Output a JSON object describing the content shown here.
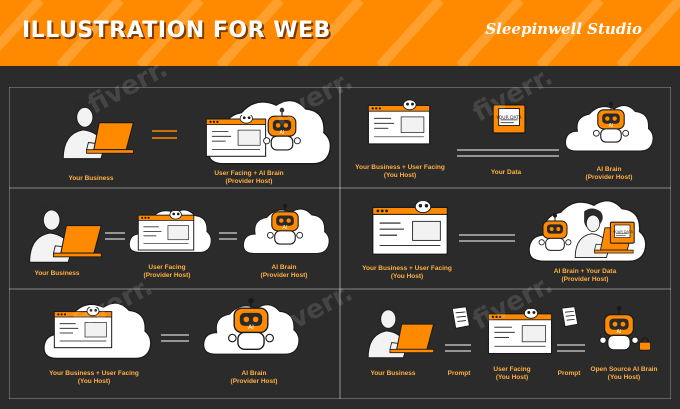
{
  "header": {
    "title": "ILLUSTRATION FOR WEB",
    "studio": "Sleepinwell Studio"
  },
  "colors": {
    "orange": "#ff8a00",
    "background": "#2b2b2b",
    "caption": "#ffb040",
    "cloud": "#ffffff"
  },
  "watermark": "fiverr.",
  "panels": {
    "p1": {
      "your_business": "Your Business",
      "user_facing_ai_brain": "User Facing + AI Brain\n(Provider Host)"
    },
    "p2": {
      "your_business_user_facing": "Your Business + User Facing\n(You Host)",
      "your_data": "Your Data",
      "ai_brain": "AI Brain\n(Provider Host)",
      "data_card": "YOUR DATA"
    },
    "p3": {
      "your_business": "Your Business",
      "user_facing": "User Facing\n(Provider Host)",
      "ai_brain": "AI Brain\n(Provider Host)"
    },
    "p4": {
      "your_business_user_facing": "Your Business + User Facing\n(You Host)",
      "ai_brain_your_data": "AI Brain + Your Data\n(Provider Host)",
      "data_card": "YOUR DATA"
    },
    "p5": {
      "your_business_user_facing": "Your Business + User Facing\n(You Host)",
      "ai_brain": "AI Brain\n(Provider Host)"
    },
    "p6": {
      "your_business": "Your Business",
      "prompt_1": "Prompt",
      "user_facing": "User Facing\n(You Host)",
      "prompt_2": "Prompt",
      "open_source": "Open Source AI Brain\n(You Host)"
    },
    "robot_label": "AI"
  }
}
